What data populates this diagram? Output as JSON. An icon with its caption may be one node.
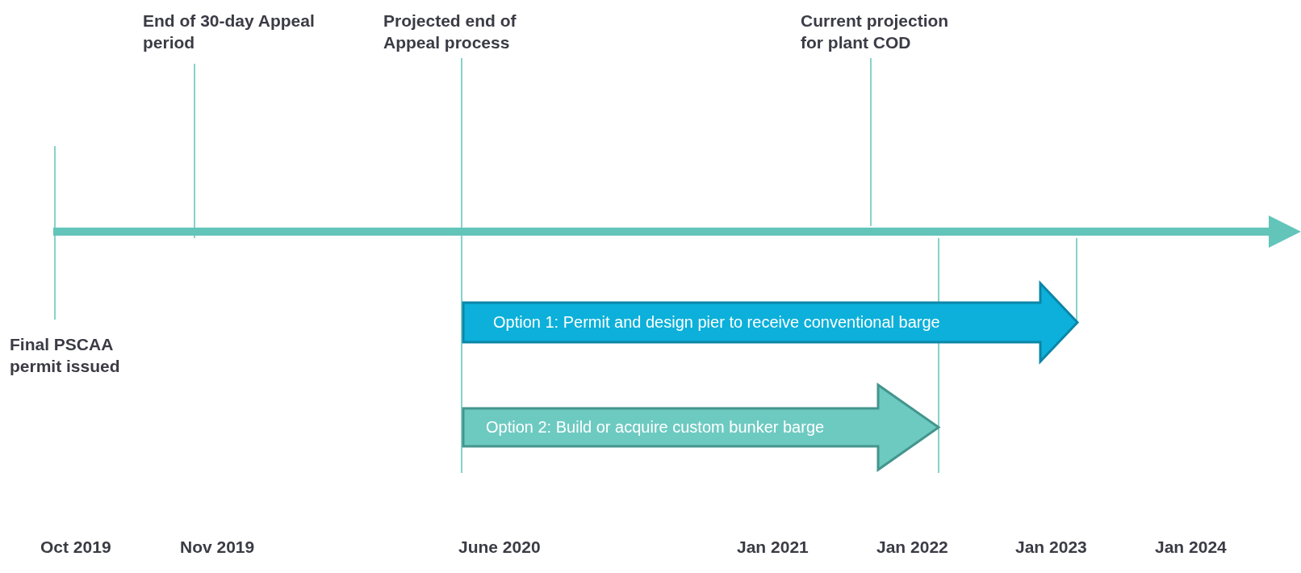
{
  "diagram": {
    "nodes": [
      {
        "text": [
          "Option 1:  Permit and design pier to receive conventional barge"
        ]
      },
      {
        "text": [
          "Option 2:  Build or acquire custom bunker barge"
        ]
      }
    ],
    "edges": [],
    "labels": [
      "End of 30-day Appeal period",
      "Projected end of Appeal process",
      "Current projection for plant COD",
      "Final PSCAA permit issued",
      "Oct 2019",
      "Nov 2019",
      "June 2020",
      "Jan 2021",
      "Jan 2022",
      "Jan 2023",
      "Jan 2024"
    ]
  }
}
